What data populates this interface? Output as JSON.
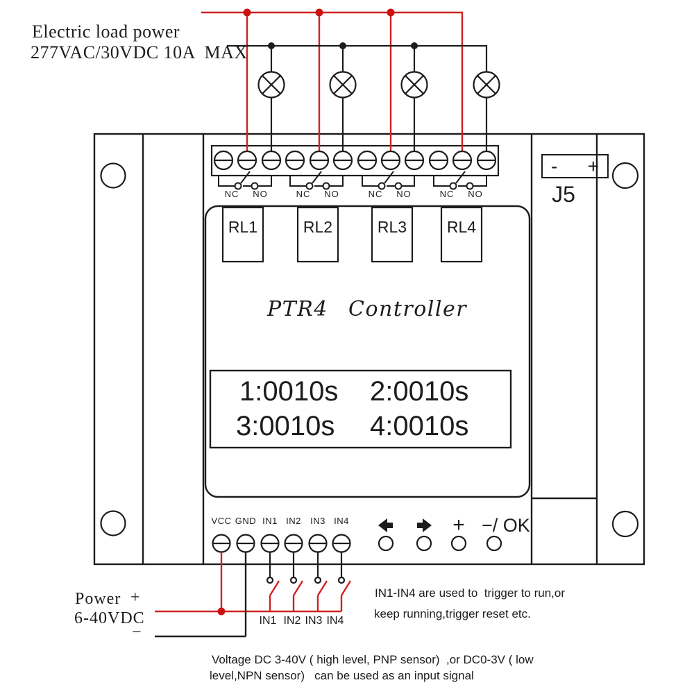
{
  "diagram": {
    "load_power": {
      "line1": "Electric load power",
      "line2": "277VAC/30VDC 10A  MAX"
    },
    "contacts": {
      "nc": "NC",
      "no": "NO"
    },
    "relays": [
      "RL1",
      "RL2",
      "RL3",
      "RL4"
    ],
    "title": {
      "model": "PTR4",
      "name": "Controller"
    },
    "lcd": {
      "ch1": "1:0010s",
      "ch2": "2:0010s",
      "ch3": "3:0010s",
      "ch4": "4:0010s"
    },
    "j5": {
      "minus": "-",
      "plus": "+",
      "label": "J5"
    },
    "bottom_terminals": [
      "VCC",
      "GND",
      "IN1",
      "IN2",
      "IN3",
      "IN4"
    ],
    "buttons": {
      "plus": "+",
      "minus_ok": "−/ OK"
    },
    "power": {
      "label": "Power",
      "plus": "+",
      "voltage": "6-40VDC",
      "minus": "−"
    },
    "input_switches": [
      "IN1",
      "IN2",
      "IN3",
      "IN4"
    ],
    "trigger_note": {
      "line1": "IN1-IN4 are used to  trigger to run,or",
      "line2": "keep running,trigger reset etc."
    },
    "voltage_note": {
      "line1": "Voltage DC 3-40V ( high level, PNP sensor)  ,or DC0-3V ( low",
      "line2": "level,NPN sensor)   can be used as an input signal"
    },
    "colors": {
      "wire_live": "#cf2121",
      "wire_neutral": "#1c1c1c",
      "junction_dot": "#cc1111"
    }
  }
}
